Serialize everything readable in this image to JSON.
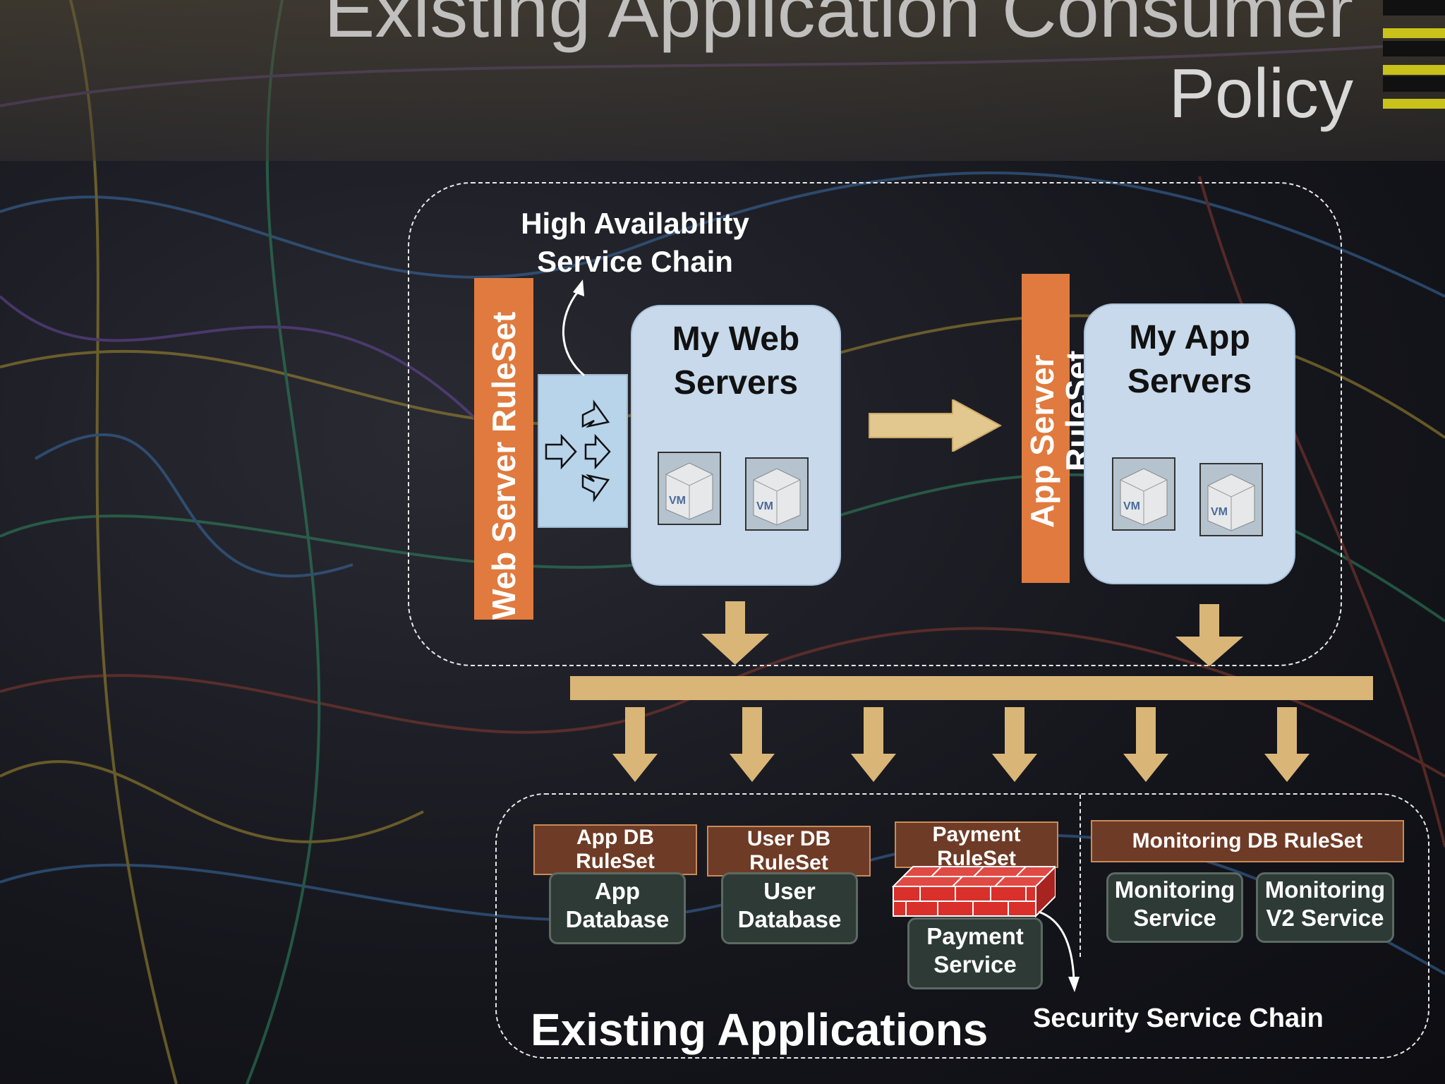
{
  "title": {
    "line1": "Existing Application Consumer",
    "line2": "Policy"
  },
  "top_group": {
    "ha_label": [
      "High Availability",
      "Service Chain"
    ],
    "web_ruleset": "Web Server RuleSet",
    "web_servers": [
      "My Web",
      "Servers"
    ],
    "app_ruleset": [
      "App Server",
      "RuleSet"
    ],
    "app_servers": [
      "My App",
      "Servers"
    ],
    "vm_label": "VM"
  },
  "bottom_group": {
    "caption": "Existing Applications",
    "security_chain": "Security Service Chain",
    "tags": {
      "app_db": [
        "App DB",
        "RuleSet"
      ],
      "user_db": [
        "User DB",
        "RuleSet"
      ],
      "payment": [
        "Payment",
        "RuleSet"
      ],
      "monitoring": "Monitoring DB RuleSet"
    },
    "services": {
      "app_db": [
        "App",
        "Database"
      ],
      "user_db": [
        "User",
        "Database"
      ],
      "payment": [
        "Payment",
        "Service"
      ],
      "monitoring": [
        "Monitoring",
        "Service"
      ],
      "monitoring_v2": [
        "Monitoring",
        "V2 Service"
      ]
    }
  },
  "colors": {
    "ruleset": "#e07a3e",
    "server_box": "#c7d9ea",
    "bus": "#d9b677",
    "tag": "#6e3b26",
    "service": "#2d3a35",
    "firewall": "#d9302b"
  }
}
